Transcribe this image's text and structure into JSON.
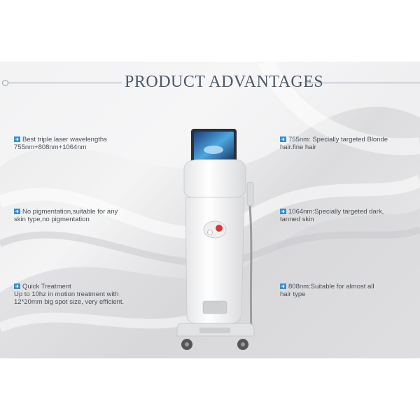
{
  "title": "PRODUCT ADVANTAGES",
  "colors": {
    "accent": "#4a5a6a",
    "text": "#4a4f55",
    "icon": "#3a8fc9"
  },
  "features_left": [
    {
      "line1": "Best triple laser wavelengths",
      "line2": "755nm+808nm+1064nm"
    },
    {
      "line1": "No pigmentation,suitable for any",
      "line2": "skin type,no pigmentation"
    },
    {
      "line1": "Quick Treatment",
      "line2": "Up to 10hz in motion treatment with",
      "line3": "12*20mm big spot size, very efficient."
    }
  ],
  "features_right": [
    {
      "line1": "755nm: Specially targeted Blonde",
      "line2": "hair.fine hair"
    },
    {
      "line1": "1064nm:Specially targeted dark,",
      "line2": "tanned skin"
    },
    {
      "line1": "808nm:Suitable for almost all",
      "line2": "hair type"
    }
  ],
  "icons": {
    "feature": "arrow-bullet-icon",
    "product": "laser-machine-image"
  }
}
